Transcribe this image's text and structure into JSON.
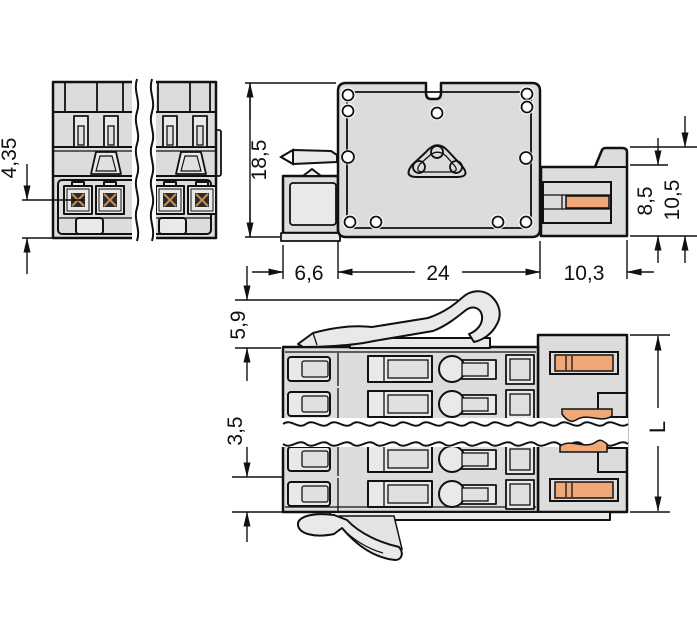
{
  "drawing": {
    "dimensions": {
      "front_pin_offset": "4,35",
      "side_total_height": "18,5",
      "side_front_depth": "6,6",
      "side_plate_width": "24",
      "side_rear_depth": "10,3",
      "rear_body_height": "8,5",
      "rear_total_height": "10,5",
      "latch_height": "5,9",
      "pole_pitch": "3,5",
      "total_length": "L"
    },
    "colors": {
      "body_gray": "#dcdcdc",
      "part_gray": "#e9e9e9",
      "contact_orange": "#f0a878",
      "hatch_orange": "#c8894f",
      "line_black": "#111111"
    }
  }
}
